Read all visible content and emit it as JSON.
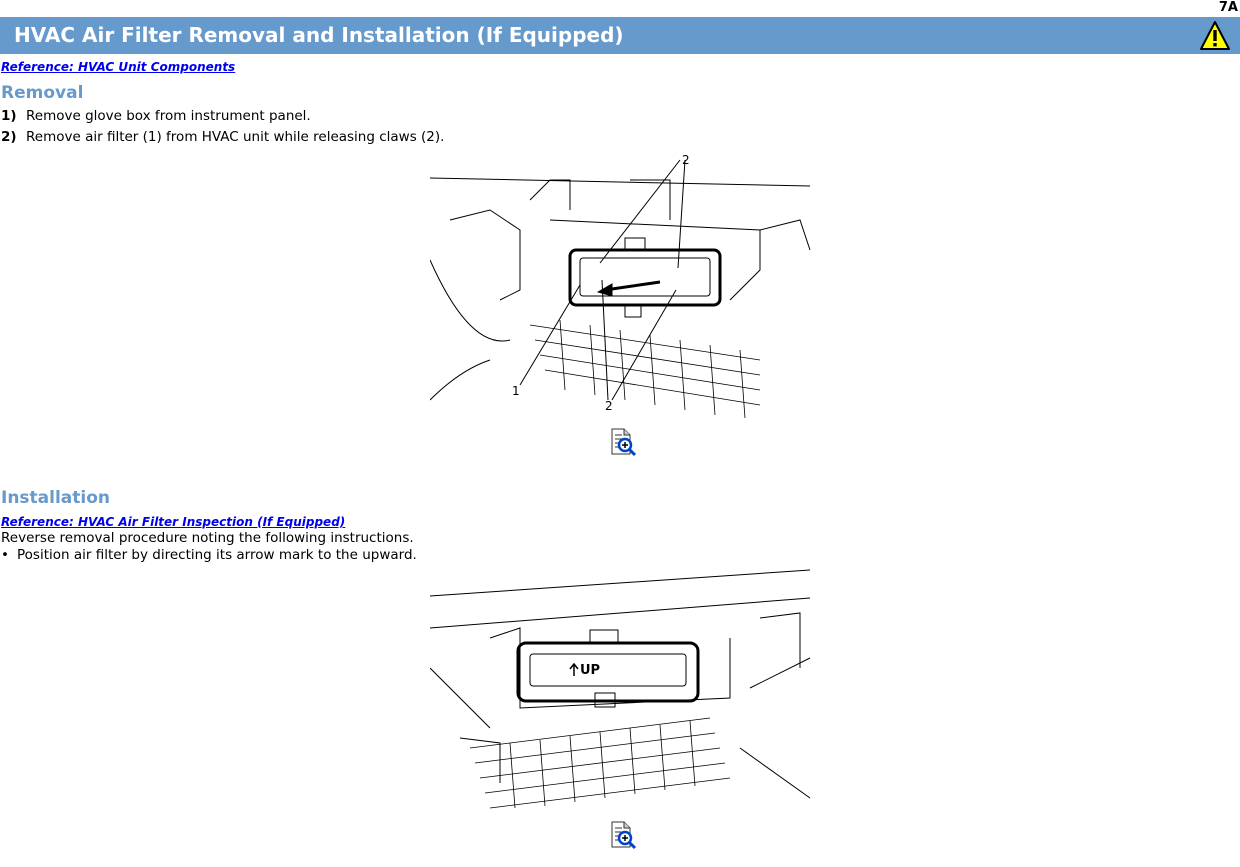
{
  "page_code": "7A",
  "header": {
    "title": "HVAC Air Filter Removal and Installation (If Equipped)",
    "icon": "warning-icon",
    "color": "#6699cc"
  },
  "removal": {
    "reference": "Reference: HVAC Unit Components",
    "heading": "Removal",
    "steps": [
      {
        "num": "1)",
        "text": "Remove glove box from instrument panel."
      },
      {
        "num": "2)",
        "text": "Remove air filter (1) from HVAC unit while releasing claws (2)."
      }
    ],
    "figure": {
      "labels": {
        "filter": "1",
        "claws_top": "2",
        "claws_bottom": "2"
      },
      "icon": "zoom-icon"
    }
  },
  "installation": {
    "heading": "Installation",
    "reference": "Reference: HVAC Air Filter Inspection (If Equipped)",
    "intro": "Reverse removal procedure noting the following instructions.",
    "bullets": [
      "Position air filter by directing its arrow mark to the upward."
    ],
    "figure": {
      "mark": "UP",
      "icon": "zoom-icon"
    }
  }
}
